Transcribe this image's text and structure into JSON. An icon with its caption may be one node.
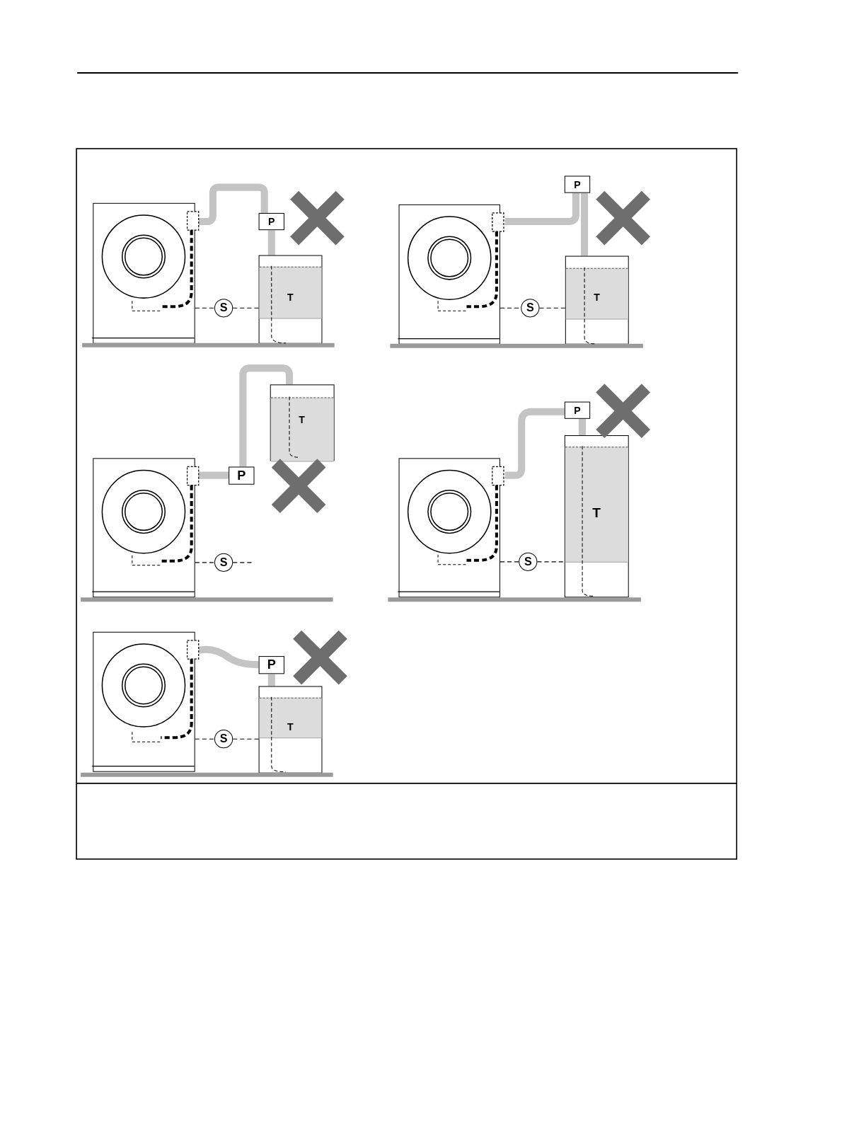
{
  "diagram": {
    "nodes": [
      {
        "text": [],
        "shape": "box"
      },
      {
        "text": [
          "P"
        ]
      },
      {
        "text": [
          "T"
        ]
      },
      {
        "text": [
          "S"
        ]
      },
      {
        "text": [],
        "shape": "box"
      },
      {
        "text": [
          "P"
        ]
      },
      {
        "text": [
          "T"
        ]
      },
      {
        "text": [
          "S"
        ]
      },
      {
        "text": [],
        "shape": "box"
      },
      {
        "text": [
          "P"
        ]
      },
      {
        "text": [
          "T"
        ]
      },
      {
        "text": [
          "S"
        ]
      },
      {
        "text": [],
        "shape": "box"
      },
      {
        "text": [
          "P"
        ]
      },
      {
        "text": [
          "T"
        ]
      },
      {
        "text": [
          "S"
        ]
      },
      {
        "text": [],
        "shape": "box"
      },
      {
        "text": [
          "P"
        ]
      },
      {
        "text": [
          "T"
        ]
      },
      {
        "text": [
          "S"
        ]
      }
    ],
    "edges": [
      {
        "from": 0,
        "to": 1,
        "arrow": "none",
        "style": "thick",
        "color": "#c4c4c4"
      },
      {
        "from": 1,
        "to": 2,
        "arrow": "none",
        "style": "thick",
        "color": "#c4c4c4"
      },
      {
        "from": 0,
        "to": 3,
        "arrow": "none",
        "style": "dashed",
        "color": "#000000"
      },
      {
        "from": 3,
        "to": 2,
        "arrow": "none",
        "style": "dashed",
        "color": "#000000"
      },
      {
        "from": 4,
        "to": 5,
        "arrow": "none",
        "style": "thick",
        "color": "#c4c4c4"
      },
      {
        "from": 5,
        "to": 6,
        "arrow": "none",
        "style": "thick",
        "color": "#c4c4c4"
      },
      {
        "from": 4,
        "to": 7,
        "arrow": "none",
        "style": "dashed",
        "color": "#000000"
      },
      {
        "from": 7,
        "to": 6,
        "arrow": "none",
        "style": "dashed",
        "color": "#000000"
      },
      {
        "from": 8,
        "to": 9,
        "arrow": "none",
        "style": "thick",
        "color": "#c4c4c4"
      },
      {
        "from": 9,
        "to": 10,
        "arrow": "none",
        "style": "thick",
        "color": "#c4c4c4"
      },
      {
        "from": 8,
        "to": 11,
        "arrow": "none",
        "style": "dashed",
        "color": "#000000"
      },
      {
        "from": 11,
        "to": null,
        "arrow": "none",
        "style": "dashed",
        "color": "#000000"
      },
      {
        "from": 12,
        "to": 13,
        "arrow": "none",
        "style": "thick",
        "color": "#c4c4c4"
      },
      {
        "from": 13,
        "to": 14,
        "arrow": "none",
        "style": "thick",
        "color": "#c4c4c4"
      },
      {
        "from": 12,
        "to": 15,
        "arrow": "none",
        "style": "dashed",
        "color": "#000000"
      },
      {
        "from": 15,
        "to": 14,
        "arrow": "none",
        "style": "dashed",
        "color": "#000000"
      },
      {
        "from": 16,
        "to": 17,
        "arrow": "none",
        "style": "thick",
        "color": "#c4c4c4"
      },
      {
        "from": 17,
        "to": 18,
        "arrow": "none",
        "style": "thick",
        "color": "#c4c4c4"
      },
      {
        "from": 16,
        "to": 19,
        "arrow": "none",
        "style": "dashed",
        "color": "#000000"
      },
      {
        "from": 19,
        "to": 18,
        "arrow": "none",
        "style": "dashed",
        "color": "#000000"
      }
    ]
  }
}
